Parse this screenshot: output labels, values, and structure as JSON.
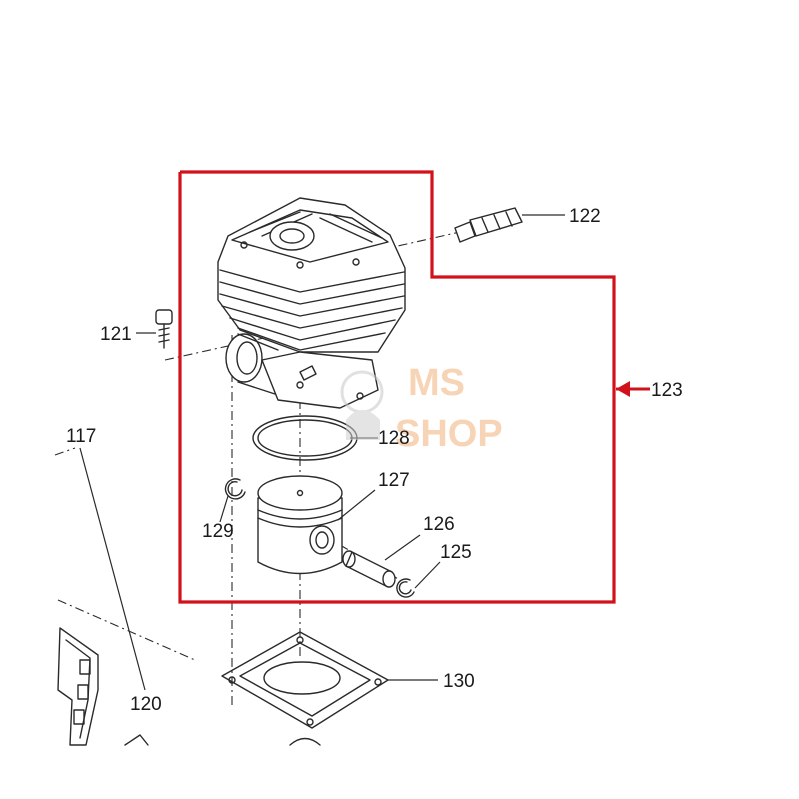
{
  "diagram": {
    "parts": [
      {
        "key": "p117",
        "number": "117"
      },
      {
        "key": "p120",
        "number": "120"
      },
      {
        "key": "p121",
        "number": "121"
      },
      {
        "key": "p122",
        "number": "122"
      },
      {
        "key": "p123",
        "number": "123"
      },
      {
        "key": "p125",
        "number": "125"
      },
      {
        "key": "p126",
        "number": "126"
      },
      {
        "key": "p127",
        "number": "127"
      },
      {
        "key": "p128",
        "number": "128"
      },
      {
        "key": "p129",
        "number": "129"
      },
      {
        "key": "p130",
        "number": "130"
      }
    ]
  },
  "labels": {
    "p117": "117",
    "p120": "120",
    "p121": "121",
    "p122": "122",
    "p123": "123",
    "p125": "125",
    "p126": "126",
    "p127": "127",
    "p128": "128",
    "p129": "129",
    "p130": "130"
  },
  "watermark": {
    "line1": "MS",
    "line2": "SHOP"
  },
  "colors": {
    "highlight_frame": "#d1121b",
    "line_art": "#2a2a2a",
    "watermark": "#f0b27a"
  }
}
